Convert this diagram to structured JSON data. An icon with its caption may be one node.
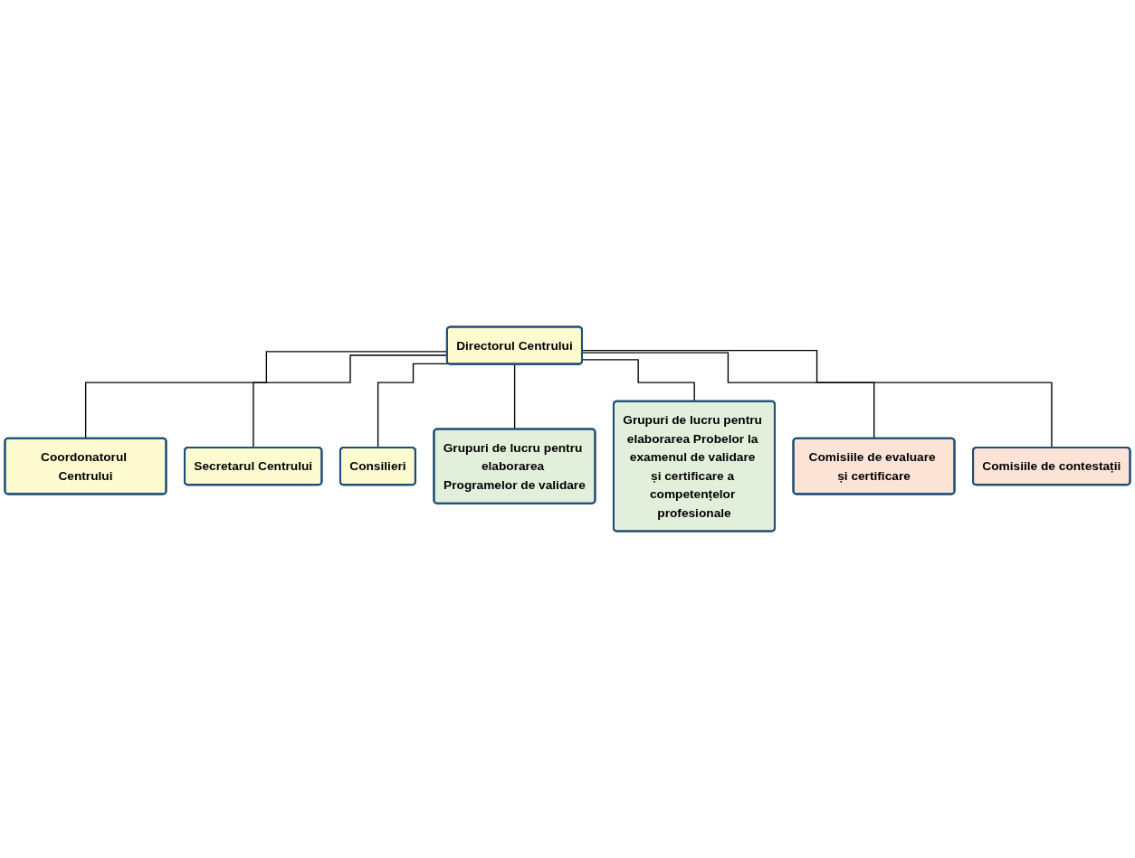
{
  "diagram": {
    "nodes": [
      {
        "text": [
          "Directorul Centrului"
        ]
      },
      {
        "text": [
          "Coordonatorul Centrului"
        ]
      },
      {
        "text": [
          "Secretarul Centrului"
        ]
      },
      {
        "text": [
          "Consilieri"
        ]
      },
      {
        "text": [
          "Grupuri de lucru pentru elaborarea Programelor de validare"
        ]
      },
      {
        "text": [
          "Grupuri de lucru pentru elaborarea Probelor la examenul de validare și certificare a competențelor profesionale"
        ]
      },
      {
        "text": [
          "Comisiile de evaluare și certificare"
        ]
      },
      {
        "text": [
          "Comisiile de contestații"
        ]
      }
    ],
    "edges": [
      {
        "from": 0,
        "to": 1,
        "arrow": "none"
      },
      {
        "from": 0,
        "to": 2,
        "arrow": "none"
      },
      {
        "from": 0,
        "to": 3,
        "arrow": "none"
      },
      {
        "from": 0,
        "to": 4,
        "arrow": "none"
      },
      {
        "from": 0,
        "to": 5,
        "arrow": "none"
      },
      {
        "from": 0,
        "to": 6,
        "arrow": "none"
      },
      {
        "from": 0,
        "to": 7,
        "arrow": "none"
      }
    ]
  }
}
